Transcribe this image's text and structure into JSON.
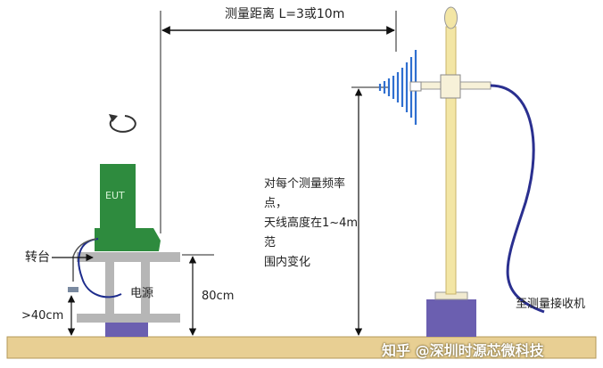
{
  "labels": {
    "distance": "测量距离 L=3或10m",
    "eut": "EUT",
    "turntable": "转台",
    "power": "电源",
    "height_80": "80cm",
    "height_40": ">40cm",
    "antenna_note": [
      "对每个测量频率点，",
      "天线高度在1~4m范",
      "围内变化"
    ],
    "receiver": "至测量接收机"
  },
  "watermark": "知乎 @深圳时源芯微科技",
  "colors": {
    "eut": "#2e8b3e",
    "table": "#b6b6b6",
    "floor": "#e8cf93",
    "base": "#6b5fb0",
    "antenna": "#2f6fd0",
    "cable": "#2a2f8f",
    "mast": "#f3e6a5"
  }
}
